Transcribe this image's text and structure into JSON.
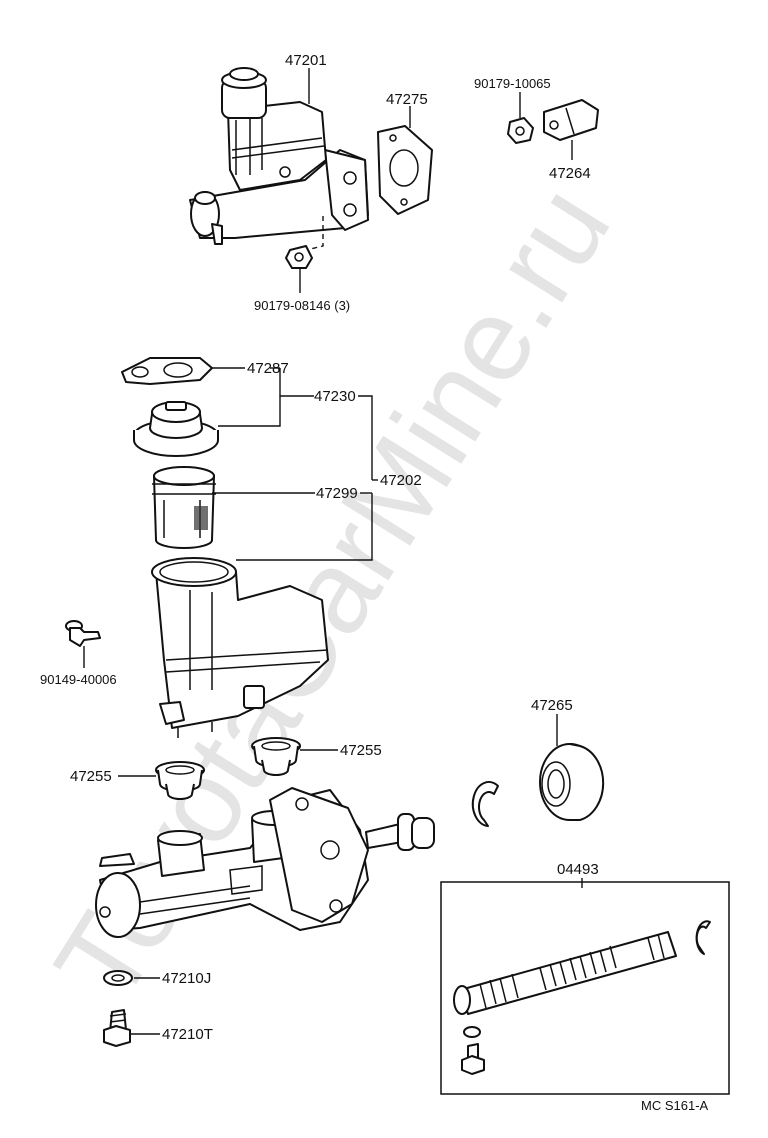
{
  "watermark": "ToyotaCarMine.ru",
  "footer_code": "MC S161-A",
  "labels": {
    "p47201": "47201",
    "p47275": "47275",
    "p90179_10065": "90179-10065",
    "p47264": "47264",
    "p90179_08146": "90179-08146 (3)",
    "p47287": "47287",
    "p47230": "47230",
    "p47202": "47202",
    "p47299": "47299",
    "p90149_40006": "90149-40006",
    "p47255_right": "47255",
    "p47255_left": "47255",
    "p47265": "47265",
    "p04493": "04493",
    "p47210J": "47210J",
    "p47210T": "47210T"
  }
}
